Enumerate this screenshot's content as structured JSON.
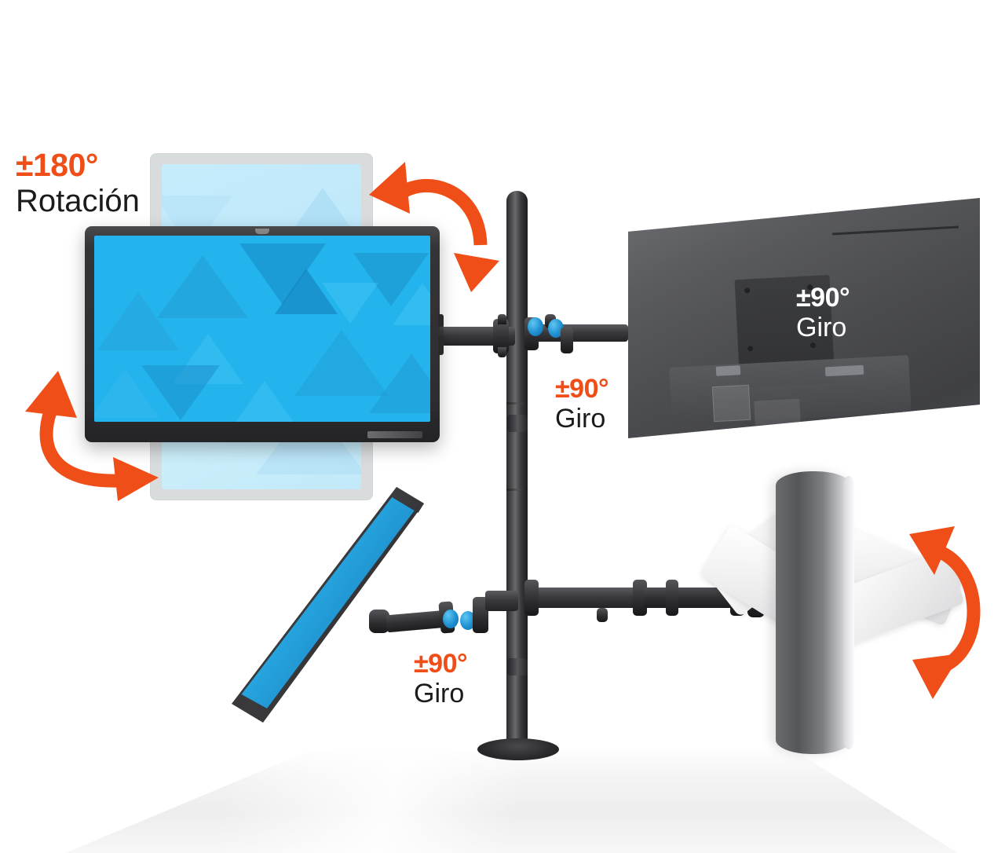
{
  "meta": {
    "alt": "Monitor mount adjustability infographic"
  },
  "palette": {
    "accent_orange": "#F04E18",
    "text_dark": "#1b1b1b",
    "text_light": "#ffffff",
    "pole_black": "#2b2b2d",
    "knob_blue": "#1E8FD0",
    "screen_blue": "#23B4EE",
    "desk_white": "#F3F3F3",
    "monitor_back_gray": "#5A5B5E"
  },
  "labels": {
    "rotation": {
      "degrees": "±180°",
      "word": "Rotación"
    },
    "swivel_center": {
      "degrees": "±90°",
      "word": "Giro"
    },
    "swivel_right": {
      "degrees": "±90°",
      "word": "Giro"
    },
    "swivel_bottom": {
      "degrees": "±90°",
      "word": "Giro"
    }
  },
  "arrows": [
    {
      "name": "rotation-arrow-top",
      "style": "curved-double-head"
    },
    {
      "name": "rotation-arrow-left",
      "style": "curved-double-head"
    },
    {
      "name": "tilt-arrow-right",
      "style": "c-shaped-double-head"
    }
  ],
  "monitors": [
    {
      "name": "main-monitor-front",
      "view": "front",
      "screen": "blue-triangles"
    },
    {
      "name": "ghost-monitor-portrait",
      "view": "front-faded",
      "screen": "blue-triangles-faded"
    },
    {
      "name": "right-monitor-back",
      "view": "rear",
      "screen": "none"
    },
    {
      "name": "bottom-left-monitor",
      "view": "angled-front",
      "screen": "blue"
    },
    {
      "name": "bottom-right-monitor",
      "view": "side",
      "screen": "none"
    }
  ],
  "hardware": {
    "pole": "vertical-black-pole",
    "base": "round-desk-clamp-base",
    "arms": 4,
    "knobs": "blue-adjustment-knobs",
    "desk": "white-desk-surface"
  }
}
